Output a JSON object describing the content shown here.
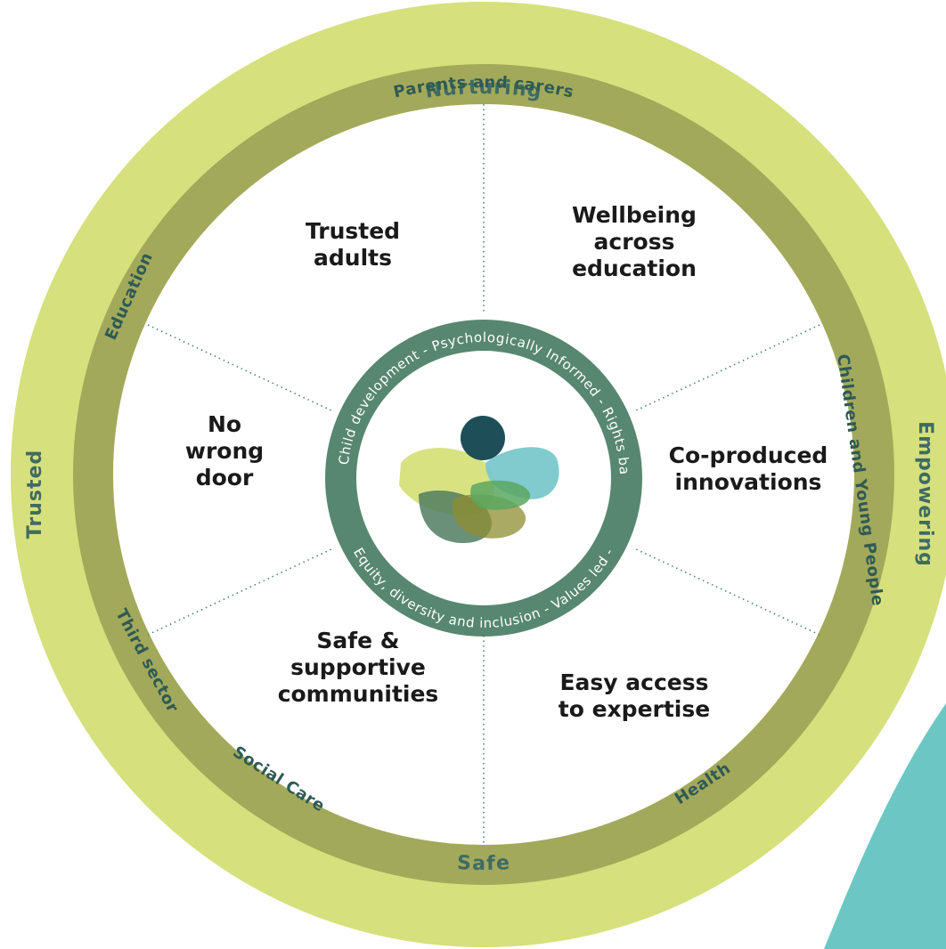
{
  "colors": {
    "outer_ring": "#d6e07c",
    "middle_ring": "#a3a95a",
    "inner_ring": "#578770",
    "background_corner": "#6cc7c4",
    "ring_text": "#3f6b63",
    "center_text": "#1a1a1a",
    "logo_dark_dot": "#1e4f58",
    "logo_cyan": "#7ac8cc",
    "logo_yellow": "#d7e07a",
    "logo_green": "#5aa761",
    "logo_olive": "#8d8d30",
    "logo_dark_green": "#517c62"
  },
  "outer_ring": {
    "top": "Nurturing",
    "right": "Empowering",
    "bottom": "Safe",
    "left": "Trusted"
  },
  "middle_ring": {
    "top": "Parents and carers",
    "upper_left": "Education",
    "right": "Children and Young People",
    "lower_left": "Third sector",
    "bottom_left": "Social Care",
    "bottom_right": "Health"
  },
  "inner_ring": {
    "top_text": "Child development - Psychologically Informed - Rights based - ",
    "bottom_text": "Equity, diversity and inclusion - Values led - "
  },
  "segments": [
    {
      "id": "top-left",
      "lines": [
        "Trusted",
        "adults"
      ]
    },
    {
      "id": "top-right",
      "lines": [
        "Wellbeing",
        "across",
        "education"
      ]
    },
    {
      "id": "right",
      "lines": [
        "Co-produced",
        "innovations"
      ]
    },
    {
      "id": "bottom-right",
      "lines": [
        "Easy access",
        "to expertise"
      ]
    },
    {
      "id": "bottom-left",
      "lines": [
        "Safe &",
        "supportive",
        "communities"
      ]
    },
    {
      "id": "left",
      "lines": [
        "No",
        "wrong",
        "door"
      ]
    }
  ]
}
